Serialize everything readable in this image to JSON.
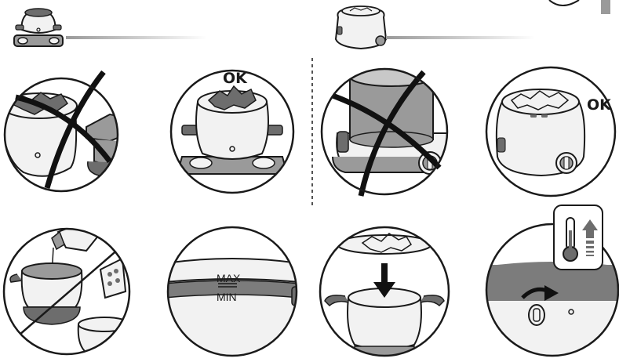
{
  "labels": {
    "ok_top_2": "OK",
    "ok_top_4": "OK",
    "max": "MAX",
    "min": "MIN"
  },
  "colors": {
    "stroke": "#1a1a1a",
    "body_fill": "#f2f2f2",
    "base_fill": "#9a9a9a",
    "dark_fill": "#6d6d6d",
    "band_fill": "#7c7c7c",
    "cross": "#111111"
  },
  "icons": [
    "fondue-on-stand-icon",
    "fondue-heater-icon",
    "thermometer-up-icon",
    "turn-knob-icon",
    "down-arrow-icon",
    "pour-liquid-icon"
  ]
}
